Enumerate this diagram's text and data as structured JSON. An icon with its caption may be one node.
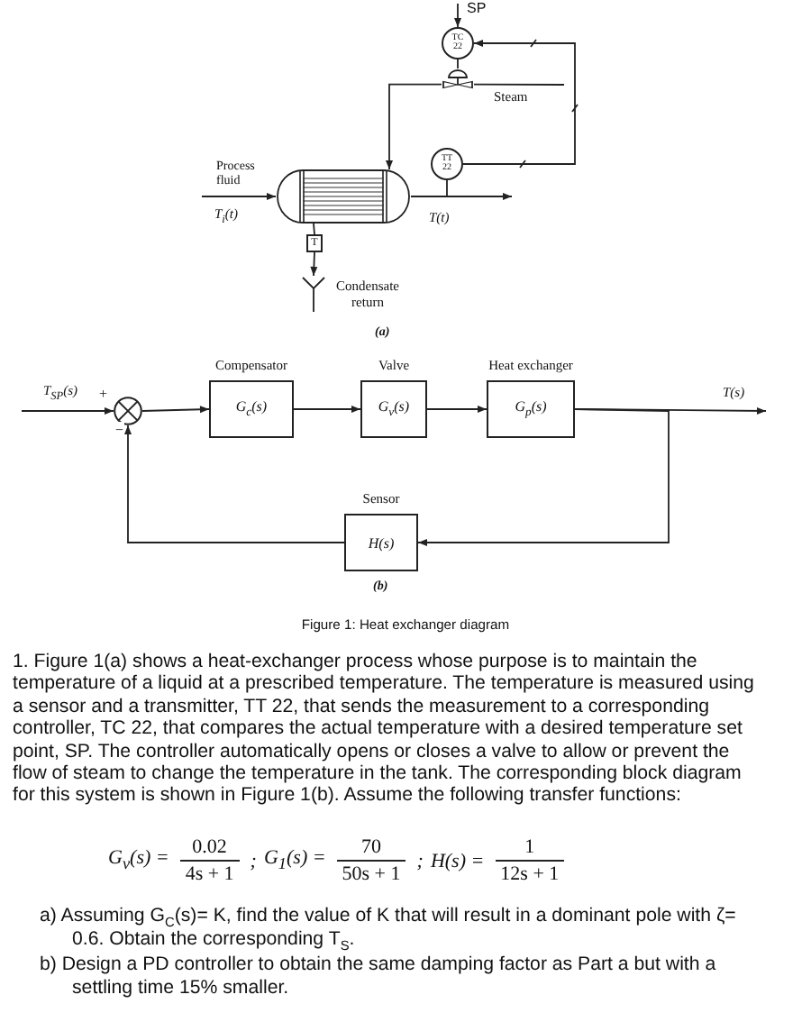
{
  "diagram": {
    "caption": "Figure 1: Heat exchanger diagram",
    "nodes": [
      {
        "text": [
          "TC 22"
        ]
      },
      {
        "text": [],
        "shape": "valve"
      },
      {
        "text": [],
        "shape": "exchanger"
      },
      {
        "text": [
          "TT 22"
        ]
      },
      {
        "text": [
          "T"
        ]
      },
      {
        "text": [],
        "shape": "funnel",
        "beside": [
          "Condensate return"
        ]
      },
      {
        "text": [],
        "shape": "circle"
      },
      {
        "text": [
          "Compensator",
          "G$_{c}$(s)"
        ]
      },
      {
        "text": [
          "Valve",
          "G$_{v}$(s)"
        ]
      },
      {
        "text": [
          "Heat exchanger",
          "G$_{p}$(s)"
        ]
      },
      {
        "text": [
          "Sensor",
          "H(s)"
        ]
      }
    ],
    "edges": [
      {
        "from": null,
        "to": 0,
        "arrow": "to",
        "label": "SP"
      },
      {
        "from": 0,
        "to": 1,
        "arrow": "none"
      },
      {
        "from": null,
        "to": 1,
        "arrow": "none",
        "label": "Steam"
      },
      {
        "from": 1,
        "to": 2,
        "arrow": "to"
      },
      {
        "from": null,
        "to": 2,
        "arrow": "to",
        "label": "Process fluid"
      },
      {
        "from": 2,
        "to": null,
        "arrow": "to"
      },
      {
        "from": 3,
        "to": 0,
        "arrow": "to"
      },
      {
        "from": 2,
        "to": 4,
        "arrow": "none"
      },
      {
        "from": 4,
        "to": 5,
        "arrow": "to"
      },
      {
        "from": null,
        "to": 6,
        "arrow": "to",
        "label": "T$_{SP}$(s)"
      },
      {
        "from": 6,
        "to": 7,
        "arrow": "to"
      },
      {
        "from": 7,
        "to": 8,
        "arrow": "to"
      },
      {
        "from": 8,
        "to": 9,
        "arrow": "to"
      },
      {
        "from": 9,
        "to": null,
        "arrow": "to",
        "label": "T(s)"
      },
      {
        "from": 9,
        "to": 10,
        "arrow": "to"
      },
      {
        "from": 10,
        "to": 6,
        "arrow": "to"
      },
      {
        "from": 3,
        "to": null,
        "arrow": "none"
      }
    ],
    "labels": [
      "T$_{i}$(t)",
      "T(t)",
      "(a)",
      "+",
      "−",
      "(b)",
      "1. Figure 1(a) shows a heat-exchanger process whose purpose is to maintain the temperature of a liquid at a prescribed temperature. The temperature is measured using a sensor and a transmitter, TT 22, that sends the measurement to a corresponding controller, TC 22, that compares the actual temperature with a desired temperature set point, SP. The controller automatically opens or closes a valve to allow or prevent the flow of steam to change the temperature in the tank. The corresponding block diagram for this system is shown in Figure 1(b). Assume the following transfer functions:",
      "G$_{v}$(s) =",
      "0.02",
      "4s + 1",
      ";",
      "G$_{1}$(s) =",
      "70",
      "50s + 1",
      ";",
      "H(s) =",
      "1",
      "12s + 1",
      "a) Assuming G$_{C}$(s)= K, find the value of K that will result in a dominant pole with ζ= 0.6. Obtain the corresponding T$_{S}$.",
      "b) Design a PD controller to obtain the same damping factor as Part a but with a settling time 15% smaller."
    ]
  }
}
